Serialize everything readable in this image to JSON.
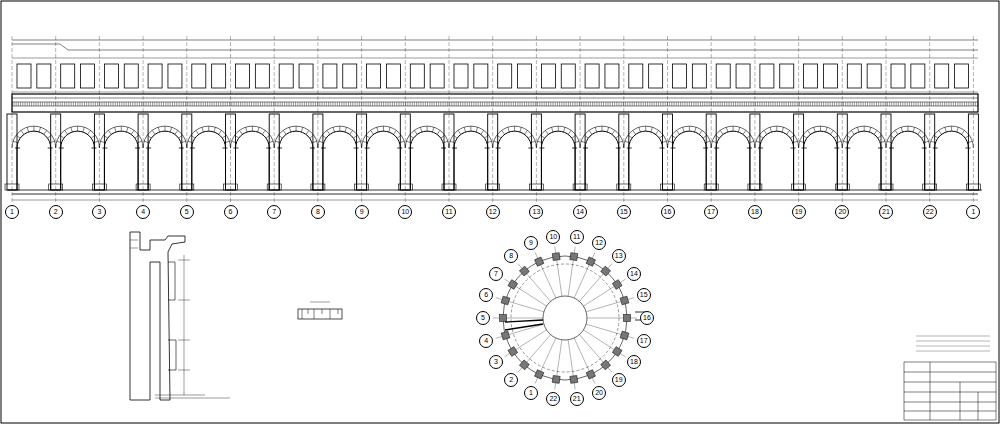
{
  "diagram": {
    "nodes": [
      {
        "text": [
          "1"
        ]
      },
      {
        "text": [
          "2"
        ]
      },
      {
        "text": [
          "3"
        ]
      },
      {
        "text": [
          "4"
        ]
      },
      {
        "text": [
          "5"
        ]
      },
      {
        "text": [
          "6"
        ]
      },
      {
        "text": [
          "7"
        ]
      },
      {
        "text": [
          "8"
        ]
      },
      {
        "text": [
          "9"
        ]
      },
      {
        "text": [
          "10"
        ]
      },
      {
        "text": [
          "11"
        ]
      },
      {
        "text": [
          "12"
        ]
      },
      {
        "text": [
          "13"
        ]
      },
      {
        "text": [
          "14"
        ]
      },
      {
        "text": [
          "15"
        ]
      },
      {
        "text": [
          "16"
        ]
      },
      {
        "text": [
          "17"
        ]
      },
      {
        "text": [
          "18"
        ]
      },
      {
        "text": [
          "19"
        ]
      },
      {
        "text": [
          "20"
        ]
      },
      {
        "text": [
          "21"
        ]
      },
      {
        "text": [
          "22"
        ]
      },
      {
        "text": [
          "1"
        ]
      },
      {
        "text": [
          "1"
        ]
      },
      {
        "text": [
          "2"
        ]
      },
      {
        "text": [
          "3"
        ]
      },
      {
        "text": [
          "4"
        ]
      },
      {
        "text": [
          "5"
        ]
      },
      {
        "text": [
          "6"
        ]
      },
      {
        "text": [
          "7"
        ]
      },
      {
        "text": [
          "8"
        ]
      },
      {
        "text": [
          "9"
        ]
      },
      {
        "text": [
          "10"
        ]
      },
      {
        "text": [
          "11"
        ]
      },
      {
        "text": [
          "12"
        ]
      },
      {
        "text": [
          "13"
        ]
      },
      {
        "text": [
          "14"
        ]
      },
      {
        "text": [
          "15"
        ]
      },
      {
        "text": [
          "16"
        ]
      },
      {
        "text": [
          "17"
        ]
      },
      {
        "text": [
          "18"
        ]
      },
      {
        "text": [
          "19"
        ]
      },
      {
        "text": [
          "20"
        ]
      },
      {
        "text": [
          "21"
        ]
      },
      {
        "text": [
          "22"
        ]
      }
    ]
  }
}
